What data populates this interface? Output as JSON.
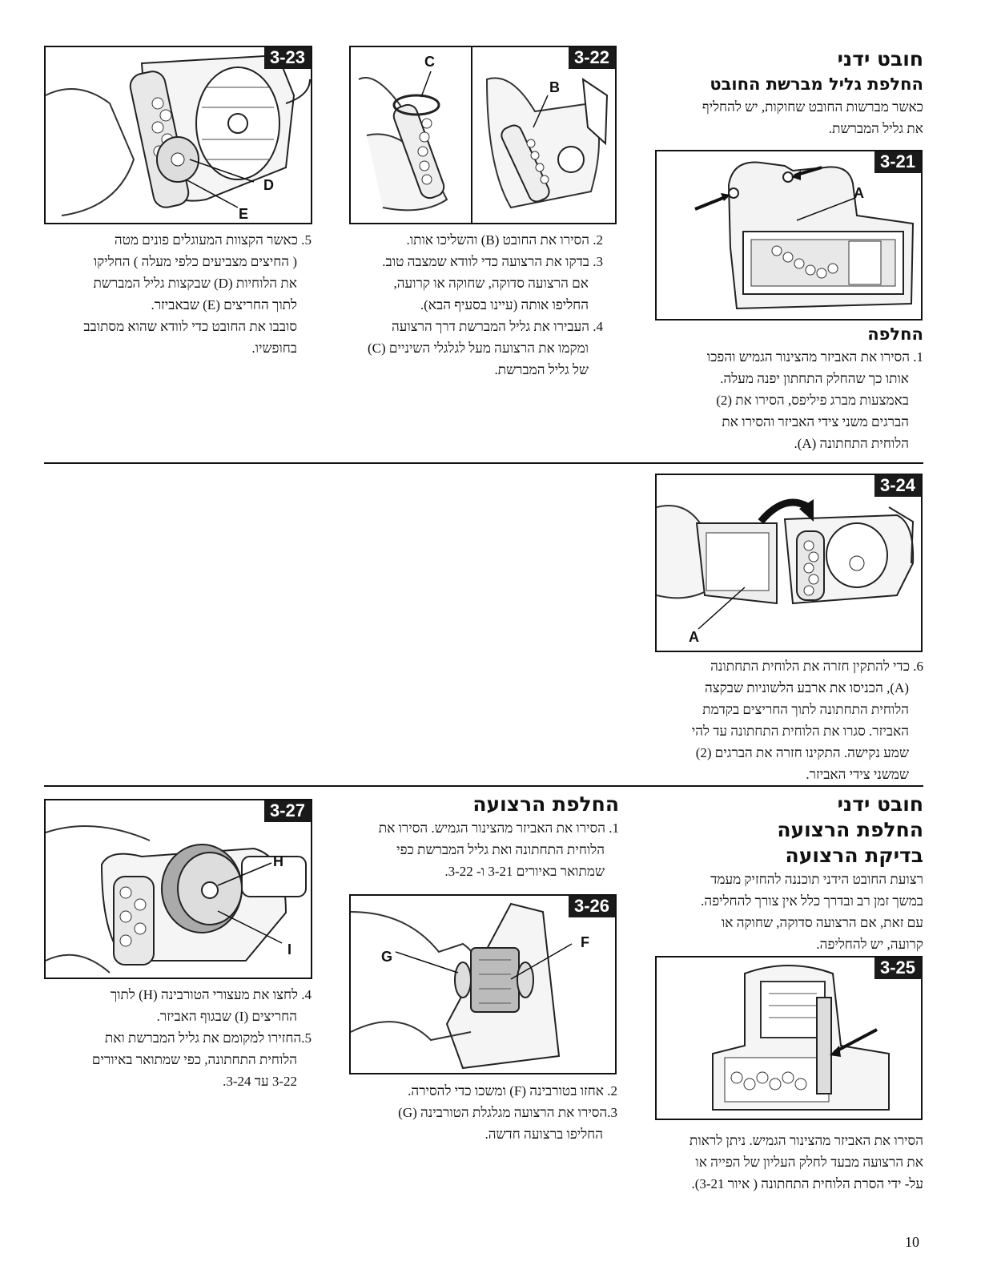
{
  "sec1": {
    "title": "חובט ידני",
    "subtitle": "החלפת גליל מברשת החובט",
    "intro": [
      "כאשר מברשות החובט שחוקות, יש להחליף",
      "את גליל המברשת."
    ],
    "replace_heading": "החלפה",
    "steps": [
      "1. הסירו את האביזר מהצינור הגמיש והפכו",
      "אותו כך שהחלק התחתון יפנה מעלה.",
      "באמצעות מברג פיליפס, הסירו את (2)",
      "הברגים משני צידי האביזר והסירו את",
      "הלוחית התחתונה (A)."
    ]
  },
  "fig_3_21": {
    "tag": "3-21",
    "label_a": "A"
  },
  "fig_3_22": {
    "tag": "3-22",
    "label_b": "B",
    "label_c": "C"
  },
  "fig_3_23": {
    "tag": "3-23",
    "label_d": "D",
    "label_e": "E"
  },
  "fig_3_24": {
    "tag": "3-24",
    "label_a": "A"
  },
  "fig_3_25": {
    "tag": "3-25"
  },
  "fig_3_26": {
    "tag": "3-26",
    "label_f": "F",
    "label_g": "G"
  },
  "fig_3_27": {
    "tag": "3-27",
    "label_h": "H",
    "label_i": "I"
  },
  "col_mid_steps": [
    "2. הסירו את החובט (B) והשליכו אותו.",
    "3. בדקו את הרצועה כדי לוודא שמצבה טוב.",
    "אם הרצועה סדוקה, שחוקה או קרועה,",
    "החליפו אותה (עיינו בסעיף הבא).",
    "4. העבירו את גליל המברשת דרך הרצועה",
    "ומקמו את הרצועה מעל לגלגלי השיניים (C)",
    "של גליל המברשת."
  ],
  "col_left_steps": [
    "5. כאשר הקצוות המעוגלים פונים מטה",
    "( החיצים מצביעים כלפי מעלה ) החליקו",
    "את הלוחיות (D) שבקצות גליל המברשת",
    "לתוך החריצים (E) שבאביזר.",
    "סובבו את החובט כדי לוודא שהוא מסתובב",
    "בחופשיו."
  ],
  "step6": [
    "6. כדי להתקין חזרה את הלוחית התחתונה",
    "(A), הכניסו את ארבע הלשוניות שבקצה",
    "הלוחית התחתונה לתוך החריצים בקדמת",
    "האביזר. סגרו את הלוחית התחתונה עד להי",
    "שמע נקישה. התקינו חזרה את הברגים (2)",
    "שמשני צידי האביזר."
  ],
  "sec2": {
    "title_lines": [
      "חובט ידני",
      "החלפת הרצועה",
      "בדיקת הרצועה"
    ],
    "intro": [
      "רצועת החובט הידני תוכננה להחזיק מעמד",
      "במשך זמן רב ובדרך כלל אין צורך להחליפה.",
      "עם זאת, אם הרצועה סדוקה, שחוקה או",
      "קרועה, יש להחליפה."
    ],
    "after_fig": [
      "הסירו את האביזר מהצינור הגמיש. ניתן לראות",
      "את הרצועה מבעד לחלק העליון של הפייה או",
      "על- ידי הסרת הלוחית התחתונה ( איור 3-21)."
    ]
  },
  "sec3": {
    "title": "החלפת הרצועה",
    "steps": [
      "1. הסירו את האביזר מהצינור הגמיש. הסירו את",
      "הלוחית התחתונה ואת גליל המברשת כפי",
      "שמתואר באיורים 3-21 ו- 3-22."
    ],
    "after_fig": [
      "2. אחזו בטורבינה (F) ומשכו כדי להסירה.",
      "3.הסירו את הרצועה מגלגלת הטורבינה (G)",
      "החליפו ברצועה חדשה."
    ]
  },
  "sec4": {
    "steps": [
      "4. לחצו את מעצורי הטורבינה (H) לתוך",
      "החריצים (I) שבגוף האביזר.",
      "5.החזירו למקומם את גליל המברשת ואת",
      "הלוחית התחתונה, כפי שמתואר באיורים",
      "3-22 עד 3-24."
    ]
  },
  "page_number": "10"
}
